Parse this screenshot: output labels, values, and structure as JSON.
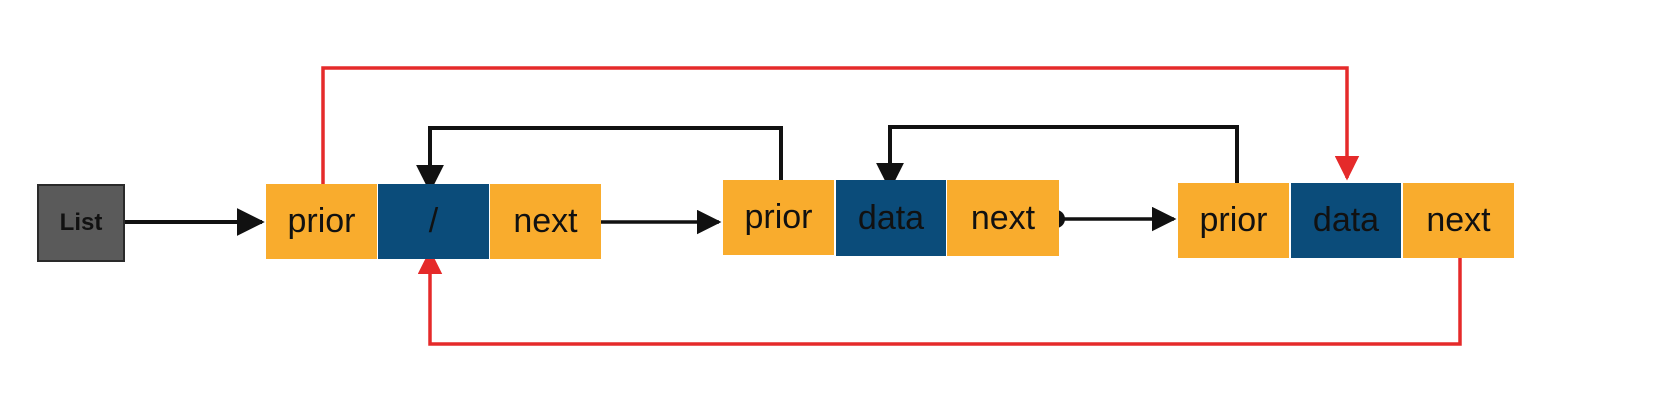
{
  "diagram": {
    "title": "Circular doubly linked list",
    "colors": {
      "pointer_field": "#F9AC2D",
      "data_field": "#0B4C7A",
      "list_head": "#5a5a5a",
      "link_arrow": "#111111",
      "circular_arrow": "#E52A2A"
    },
    "list_head": {
      "label": "List"
    },
    "nodes": [
      {
        "prior": "prior",
        "data": "/",
        "next": "next"
      },
      {
        "prior": "prior",
        "data": "data",
        "next": "next"
      },
      {
        "prior": "prior",
        "data": "data",
        "next": "next"
      }
    ],
    "edges": [
      {
        "from": "List",
        "to": "node0.prior",
        "type": "link"
      },
      {
        "from": "node0.next",
        "to": "node1.prior",
        "type": "link"
      },
      {
        "from": "node1.next",
        "to": "node2.prior",
        "type": "link"
      },
      {
        "from": "node1.prior",
        "to": "node0.data",
        "type": "link"
      },
      {
        "from": "node2.prior",
        "to": "node1.data",
        "type": "link"
      },
      {
        "from": "node0.prior",
        "to": "node2.data",
        "type": "circular"
      },
      {
        "from": "node2.next",
        "to": "node0.data",
        "type": "circular"
      }
    ]
  }
}
